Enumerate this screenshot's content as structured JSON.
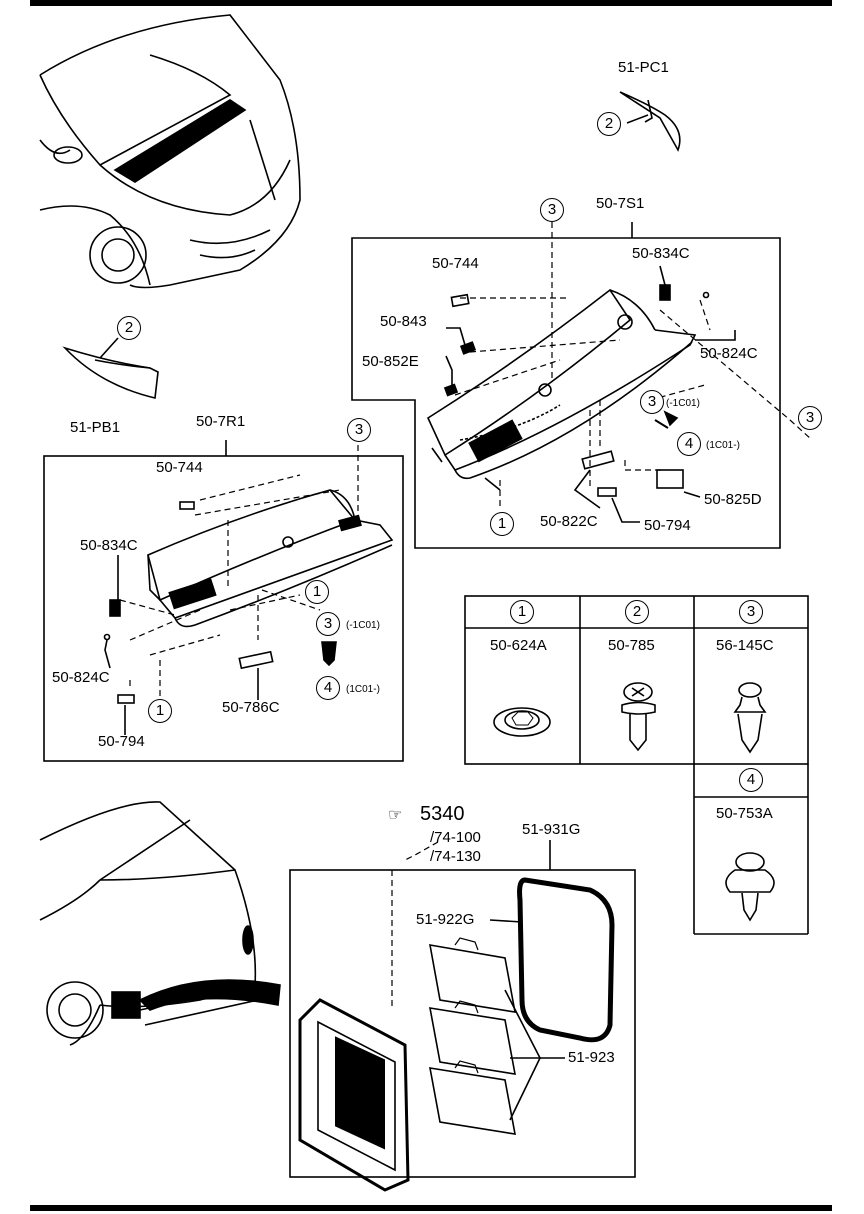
{
  "callouts": {
    "one": "1",
    "two": "2",
    "three": "3",
    "four": "4"
  },
  "parts": {
    "pc1": "51-PC1",
    "pb1": "51-PB1",
    "s1": "50-7S1",
    "r1": "50-7R1",
    "p744": "50-744",
    "p834c": "50-834C",
    "p843": "50-843",
    "p852e": "50-852E",
    "p824c": "50-824C",
    "p825d": "50-825D",
    "p822c": "50-822C",
    "p794": "50-794",
    "p786c": "50-786C",
    "p931g": "51-931G",
    "p922g": "51-922G",
    "p923": "51-923"
  },
  "notes": {
    "before": "(-1C01)",
    "after": "(1C01-)"
  },
  "ref": {
    "fig": "5340",
    "ref1": "/74-100",
    "ref2": "/74-130"
  },
  "fastener_table": {
    "headers": [
      "1",
      "2",
      "3",
      "4"
    ],
    "parts": [
      "50-624A",
      "50-785",
      "56-145C",
      "50-753A"
    ]
  }
}
